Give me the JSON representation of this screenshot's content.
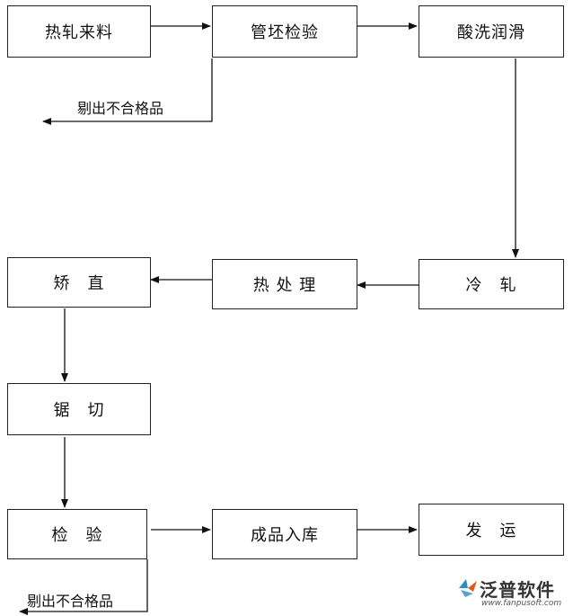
{
  "nodes": {
    "hot_rolled": "热轧来料",
    "billet_inspection": "管坯检验",
    "pickling": "酸洗润滑",
    "cold_rolling": "冷　轧",
    "heat_treatment": "热 处 理",
    "straightening": "矫　直",
    "sawing": "锯　切",
    "inspection": "检　验",
    "warehousing": "成品入库",
    "shipping": "发　运"
  },
  "labels": {
    "reject_top": "剔出不合格品",
    "reject_bottom": "剔出不合格品"
  },
  "logo": {
    "name": "泛普软件",
    "url": "www.fanpusoft.com",
    "accent": "#2e8bc0",
    "accent2": "#e05a1c"
  }
}
